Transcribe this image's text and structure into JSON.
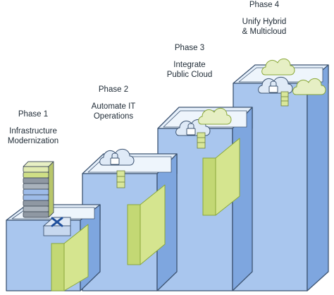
{
  "phases": [
    {
      "phase": "Phase 1",
      "line1": "Infrastructure",
      "line2": "Modernization"
    },
    {
      "phase": "Phase 2",
      "line1": "Automate IT",
      "line2": "Operations"
    },
    {
      "phase": "Phase 3",
      "line1": "Integrate",
      "line2": "Public Cloud"
    },
    {
      "phase": "Phase 4",
      "line1": "Unify Hybrid",
      "line2": "& Multicloud"
    }
  ],
  "colors": {
    "front": "#a9c6ee",
    "top": "#e6f0fb",
    "side": "#7ea6df",
    "outline": "#3d5472",
    "green": "#cfdf86",
    "green_dark": "#a6c24a",
    "cloud": "#e6efc4",
    "lock_cloud": "#dfeaf7",
    "server_blue": "#9dbbe8",
    "server_gray": "#8f98a3"
  }
}
